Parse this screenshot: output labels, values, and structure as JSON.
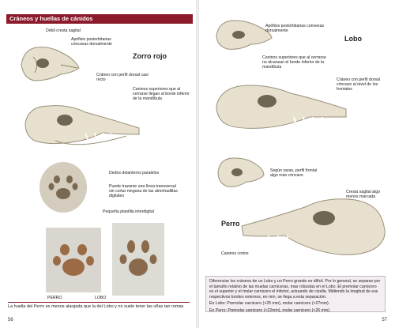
{
  "left": {
    "header": "Cráneos y huellas de cánidos",
    "page_number": "56",
    "species_label": "Zorro rojo",
    "labels": {
      "cresta": "Débil cresta sagital",
      "apofisis": "Apófisis postorbitarias cóncavas dorsalmente",
      "craneo_perfil": "Cráneo con perfil dorsal casi recto",
      "caninos": "Caninos superiores que al cerrarse llegan al borde inferior de la mandíbula",
      "dedos": "Dedos delanteros paralelos",
      "trazo": "Puede trazarse una línea transversal sin cortar ninguna de las almohadillas digitales",
      "plantilla": "Pequeña plantilla interdigital",
      "perro": "PERRO",
      "lobo": "LOBO"
    },
    "caption": "La huella del Perro es menos alargada que la del Lobo y no suele tener las uñas tan romas"
  },
  "right": {
    "page_number": "57",
    "species_lobo": "Lobo",
    "species_perro": "Perro",
    "labels": {
      "apofisis": "Apófisis postorbitarias convexas dorsalmente",
      "caninos": "Caninos superiores que al cerrarse no alcanzan el borde inferior de la mandíbula",
      "perfil_dorsal": "Cráneo con perfil dorsal cóncavo al nivel de los frontales",
      "segun_razas": "Según razas, perfil frontal algo más cóncavo",
      "cresta": "Cresta sagital algo menos marcada",
      "caninos_cortos": "Caninos cortos"
    },
    "box": {
      "intro": "Diferenciar los cráneos de un Lobo y un Perro grande es difícil. Por lo general, se separan por el tamaño relativo de las muelas carniceras, más robustas en el Lobo. El premolar carnicero es el superior y el molar carnicero el inferior, actuando de cizalla. Midiendo la longitud de sus respectivos bordes externos, en mm, se llega a esta separación:",
      "lobo_line": "En Lobo: Premolar carnicero (>25 mm), molar carnicero (>27mm).",
      "perro_line": "En Perro: Premolar carnicero (<22mm), molar carnicero (<26 mm)."
    }
  },
  "colors": {
    "header_bg": "#8b1a2b",
    "box_bg": "#f4eef3",
    "bone": "#e7e0cf"
  }
}
